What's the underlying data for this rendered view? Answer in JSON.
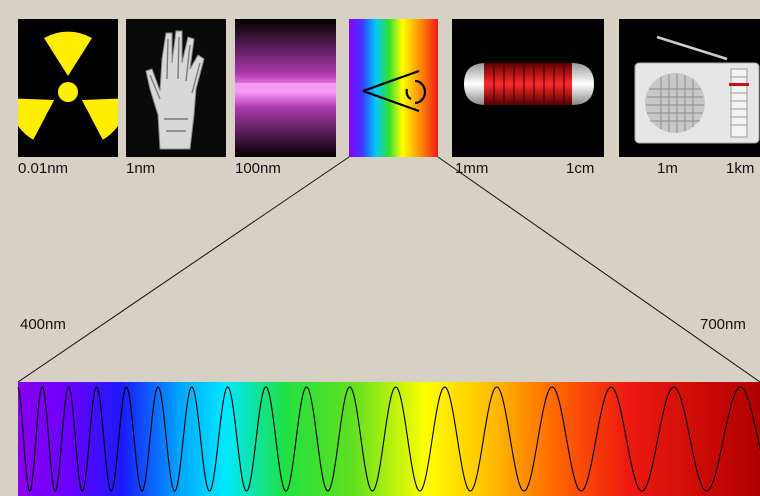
{
  "scale_labels": {
    "l0": "0.01nm",
    "l1": "1nm",
    "l2": "100nm",
    "l3": "1mm",
    "l4": "1cm",
    "l5": "1m",
    "l6": "1km"
  },
  "zoom_labels": {
    "start": "400nm",
    "end": "700nm"
  },
  "icons": [
    "radiation-icon",
    "xray-hand-icon",
    "ultraviolet-icon",
    "eye-icon",
    "microwave-tube-icon",
    "radio-icon"
  ],
  "colors": {
    "background": "#d6d1c4",
    "radiation_yellow": "#ffee00",
    "uv_magenta": "#e060e0",
    "microwave_red": "#d01010"
  }
}
